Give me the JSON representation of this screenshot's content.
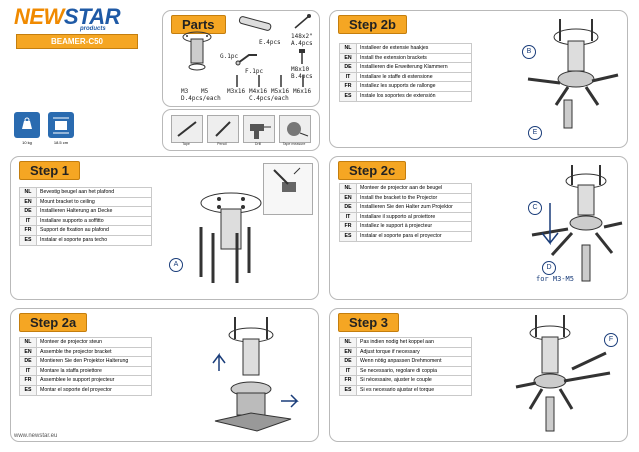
{
  "brand": {
    "part1": "NEW",
    "part2": "STAR",
    "tagline": "products",
    "model": "BEAMER-C50",
    "website": "www.newstar.eu"
  },
  "specs": {
    "weight": "10 kg",
    "size": "18.5 cm"
  },
  "parts": {
    "title": "Parts",
    "labels": {
      "g": "G.1pc",
      "e": "E.4pcs",
      "f": "F.1pc",
      "a_size": "148x2\"",
      "a_qty": "A.4pcs",
      "b_size": "M8x10",
      "b_qty": "B.4pcs",
      "d_m3": "M3",
      "d_m5": "M5",
      "d_qty": "D.4pcs/each",
      "c_m3": "M3x16",
      "c_m4": "M4x16",
      "c_m5": "M5x16",
      "c_m6": "M6x16",
      "c_qty": "C.4pcs/each"
    },
    "tools": [
      {
        "label": "Tape",
        "icon": "tape-icon"
      },
      {
        "label": "Pencil",
        "icon": "pencil-icon"
      },
      {
        "label": "Drill",
        "icon": "drill-icon"
      },
      {
        "label": "Tape measure",
        "icon": "tape-measure-icon"
      }
    ]
  },
  "steps": {
    "step1": {
      "title": "Step 1",
      "rows": [
        {
          "code": "NL",
          "text": "Bevestig beugel aan het plafond"
        },
        {
          "code": "EN",
          "text": "Mount bracket to ceiling"
        },
        {
          "code": "DE",
          "text": "Installieren Halterung an Decke"
        },
        {
          "code": "IT",
          "text": "Installare supporto a soffitto"
        },
        {
          "code": "FR",
          "text": "Support de fixation au plafond"
        },
        {
          "code": "ES",
          "text": "Instalar el soporte para techo"
        }
      ],
      "callouts": [
        "A"
      ]
    },
    "step2a": {
      "title": "Step 2a",
      "rows": [
        {
          "code": "NL",
          "text": "Monteer de projector steun"
        },
        {
          "code": "EN",
          "text": "Assemble the projector bracket"
        },
        {
          "code": "DE",
          "text": "Montieren Sie den Projektor Halterung"
        },
        {
          "code": "IT",
          "text": "Montare la staffa proiettore"
        },
        {
          "code": "FR",
          "text": "Assemblee le support projecteur"
        },
        {
          "code": "ES",
          "text": "Montar el soporte del proyector"
        }
      ]
    },
    "step2b": {
      "title": "Step 2b",
      "rows": [
        {
          "code": "NL",
          "text": "Installeer de extensie haakjes"
        },
        {
          "code": "EN",
          "text": "Install the extension brackets"
        },
        {
          "code": "DE",
          "text": "Installieren die Erweiterung Klammern"
        },
        {
          "code": "IT",
          "text": "Installare le staffe di estensione"
        },
        {
          "code": "FR",
          "text": "Installez les supports de rallonge"
        },
        {
          "code": "ES",
          "text": "Instale los soportes de extensión"
        }
      ],
      "callouts": [
        "B",
        "E"
      ]
    },
    "step2c": {
      "title": "Step 2c",
      "rows": [
        {
          "code": "NL",
          "text": "Monteer de projector aan de beugel"
        },
        {
          "code": "EN",
          "text": "Install the bracket to the Projector"
        },
        {
          "code": "DE",
          "text": "Installieren Sie den Halter zum Projektor"
        },
        {
          "code": "IT",
          "text": "Installare il supporto al proiettore"
        },
        {
          "code": "FR",
          "text": "Installez le support à projecteur"
        },
        {
          "code": "ES",
          "text": "Instalar el soporte para el proyector"
        }
      ],
      "callouts": [
        "C",
        "D"
      ],
      "note": "for M3-M5"
    },
    "step3": {
      "title": "Step 3",
      "rows": [
        {
          "code": "NL",
          "text": "Pas indien nodig het koppel aan"
        },
        {
          "code": "EN",
          "text": "Adjust torque if necessary"
        },
        {
          "code": "DE",
          "text": "Wenn nötig anpassen Drehmoment"
        },
        {
          "code": "IT",
          "text": "Se necessario, regolare di coppia"
        },
        {
          "code": "FR",
          "text": "Si nécessaire, ajuster le couple"
        },
        {
          "code": "ES",
          "text": "Si es necesario ajustar el torque"
        }
      ],
      "callouts": [
        "F"
      ]
    }
  }
}
